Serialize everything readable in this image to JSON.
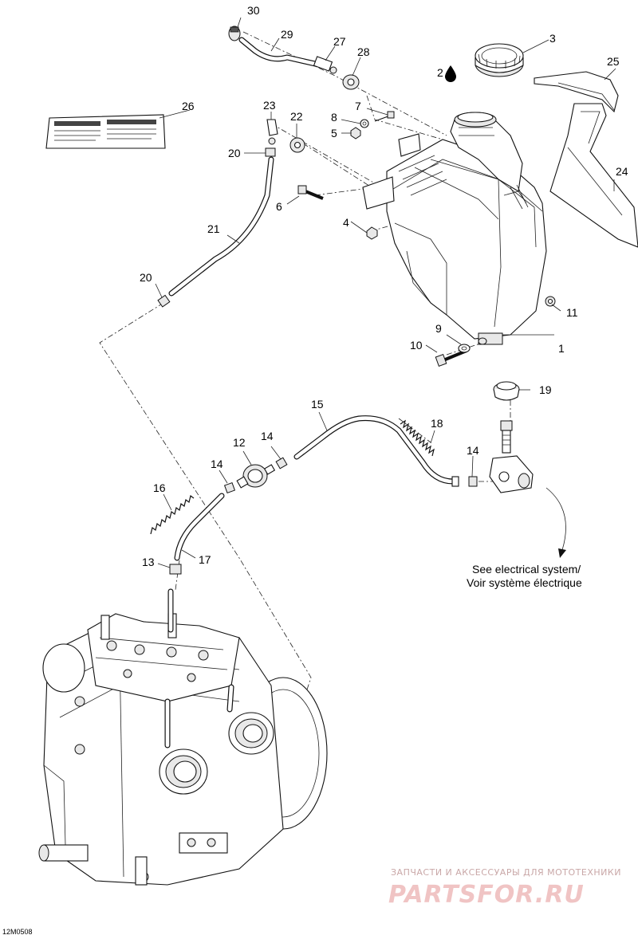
{
  "callouts": {
    "c1": "1",
    "c2": "2",
    "c3": "3",
    "c4": "4",
    "c5": "5",
    "c6": "6",
    "c7": "7",
    "c8": "8",
    "c9": "9",
    "c10": "10",
    "c11": "11",
    "c12": "12",
    "c13": "13",
    "c14a": "14",
    "c14b": "14",
    "c14c": "14",
    "c15": "15",
    "c16": "16",
    "c17": "17",
    "c18": "18",
    "c19": "19",
    "c20a": "20",
    "c20b": "20",
    "c21": "21",
    "c22": "22",
    "c23": "23",
    "c24": "24",
    "c25": "25",
    "c26": "26",
    "c27": "27",
    "c28": "28",
    "c29": "29",
    "c30": "30"
  },
  "note": {
    "line1": "See electrical system/",
    "line2": "Voir système électrique"
  },
  "drawing_code": "12M0508",
  "watermark": {
    "top": "ЗАПЧАСТИ И АКСЕССУАРЫ ДЛЯ МОТОТЕХНИКИ",
    "logo": "PARTSFOR.RU"
  },
  "icons": {
    "oil_drop": "oil-drop-icon"
  },
  "colors": {
    "line": "#111111",
    "watermark": "#f0c4c4"
  }
}
